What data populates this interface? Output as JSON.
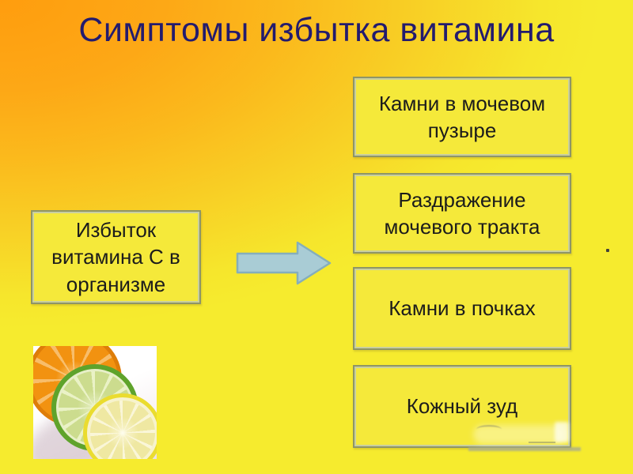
{
  "slide": {
    "title": "Симптомы избытка витамина",
    "cause_box": {
      "label": "Избыток витамина С в организме"
    },
    "arrow_icon": "right-block-arrow",
    "symptoms": [
      {
        "label": "Камни в мочевом пузыре"
      },
      {
        "label": "Раздражение мочевого тракта"
      },
      {
        "label": "Камни в почках"
      },
      {
        "label": "Кожный зуд"
      }
    ],
    "image": {
      "description": "orange, lime and lemon slices on white background"
    },
    "colors": {
      "background_orange": "#ff9d0e",
      "background_yellow": "#f6eb2e",
      "box_fill": "#f5e93a",
      "box_border": "#8e9566",
      "box_border_inner": "#c9cf9f",
      "title_text": "#231b6e",
      "body_text": "#1c1c1c",
      "arrow_fill": "#a9ccd5",
      "arrow_border": "#85aebb"
    }
  }
}
